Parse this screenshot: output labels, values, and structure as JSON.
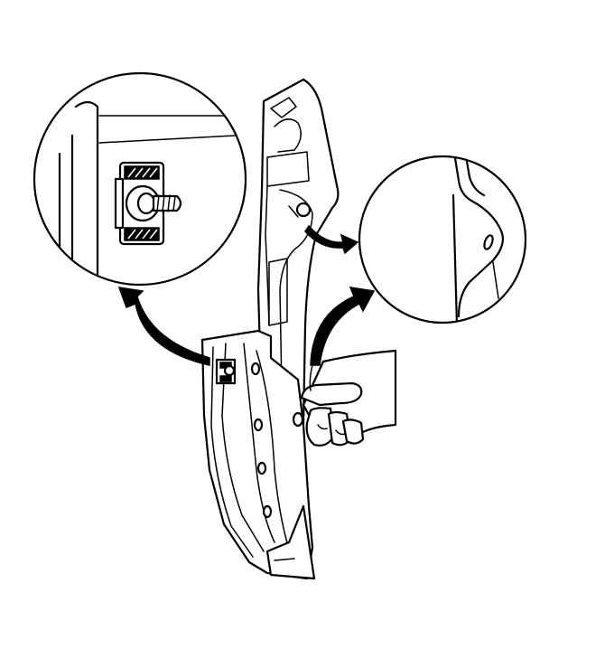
{
  "figure": {
    "theme": {
      "line_color": "#000000",
      "background": "#ffffff"
    },
    "parts": [
      {
        "id": "detail-clip-view",
        "icon": "clip-fastener-detail"
      },
      {
        "id": "detail-tab-view",
        "icon": "retaining-tab-detail"
      },
      {
        "id": "trim-panel",
        "icon": "pillar-trim-panel"
      },
      {
        "id": "hand",
        "icon": "hand-pulling-panel"
      }
    ]
  }
}
